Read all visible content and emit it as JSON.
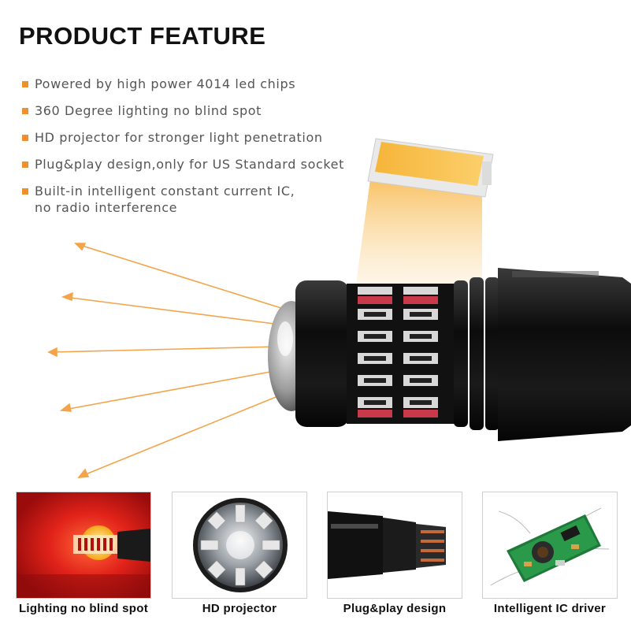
{
  "page": {
    "title": "PRODUCT FEATURE",
    "accent_color": "#f0902a"
  },
  "features": [
    {
      "text": "Powered by high power 4014 led chips"
    },
    {
      "text": "360 Degree lighting no blind spot"
    },
    {
      "text": "HD projector for stronger light penetration"
    },
    {
      "text": "Plug&play design,only for US Standard socket"
    },
    {
      "text": "Built-in intelligent constant current IC,\nno radio interference"
    }
  ],
  "panels": [
    {
      "caption": "Lighting no blind spot",
      "icon": "lit-bulb-image"
    },
    {
      "caption": "HD projector",
      "icon": "projector-lens-image"
    },
    {
      "caption": "Plug&play design",
      "icon": "socket-base-image"
    },
    {
      "caption": "Intelligent IC driver",
      "icon": "driver-board-image"
    }
  ]
}
